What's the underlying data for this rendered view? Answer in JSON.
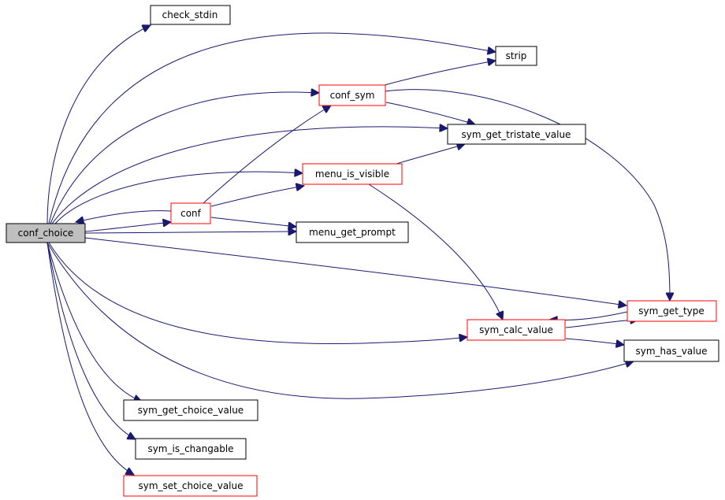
{
  "graph": {
    "root": {
      "id": "conf_choice",
      "label": "conf_choice"
    },
    "nodes": {
      "check_stdin": {
        "label": "check_stdin"
      },
      "strip": {
        "label": "strip"
      },
      "conf_sym": {
        "label": "conf_sym"
      },
      "sym_get_tristate_value": {
        "label": "sym_get_tristate_value"
      },
      "menu_is_visible": {
        "label": "menu_is_visible"
      },
      "conf": {
        "label": "conf"
      },
      "menu_get_prompt": {
        "label": "menu_get_prompt"
      },
      "sym_get_type": {
        "label": "sym_get_type"
      },
      "sym_calc_value": {
        "label": "sym_calc_value"
      },
      "sym_has_value": {
        "label": "sym_has_value"
      },
      "sym_get_choice_value": {
        "label": "sym_get_choice_value"
      },
      "sym_is_changable": {
        "label": "sym_is_changable"
      },
      "sym_set_choice_value": {
        "label": "sym_set_choice_value"
      }
    },
    "colors": {
      "root_fill": "#bfbfbf",
      "node_border": "#000000",
      "link_border": "#ff0000",
      "edge": "#191970"
    }
  }
}
